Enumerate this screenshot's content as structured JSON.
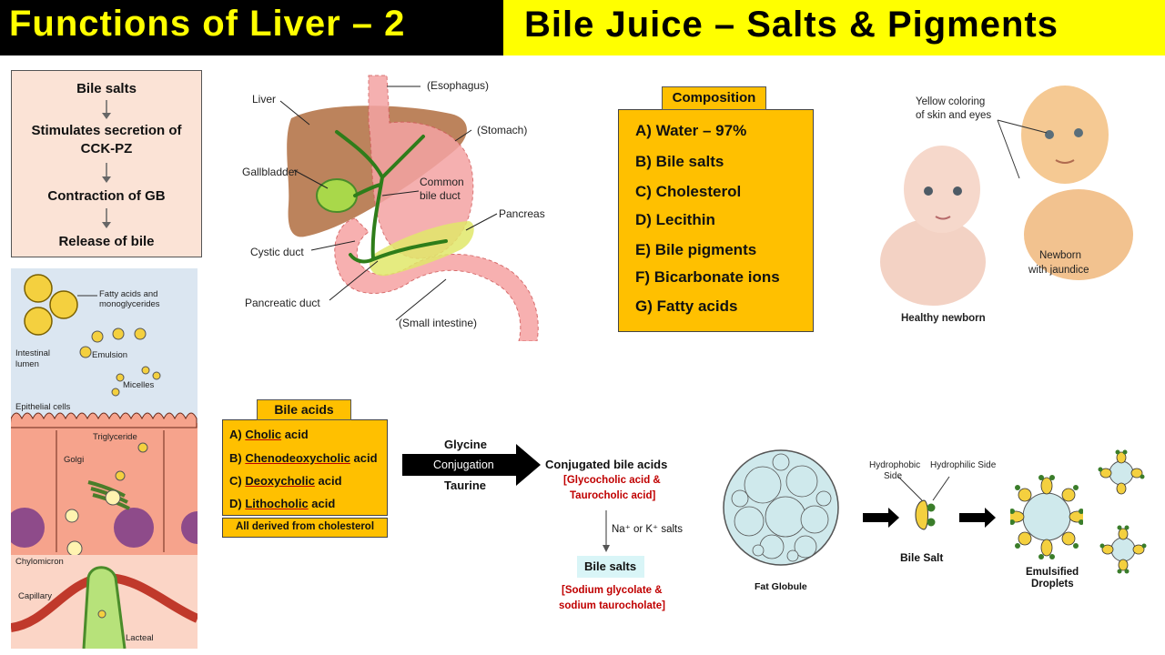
{
  "header": {
    "left_title": "Functions of Liver – 2",
    "right_title": "Bile Juice – Salts & Pigments"
  },
  "flow": {
    "steps": [
      "Bile salts",
      "Stimulates secretion of",
      "CCK-PZ",
      "Contraction of GB",
      "Release of bile"
    ]
  },
  "anatomy": {
    "labels": {
      "liver": "Liver",
      "esophagus": "(Esophagus)",
      "stomach": "(Stomach)",
      "gallbladder": "Gallbladder",
      "common_bile_duct_1": "Common",
      "common_bile_duct_2": "bile duct",
      "pancreas": "Pancreas",
      "cystic_duct": "Cystic duct",
      "pancreatic_duct": "Pancreatic duct",
      "small_intestine": "(Small intestine)"
    }
  },
  "composition": {
    "title": "Composition",
    "items": [
      "A) Water – 97%",
      "B) Bile salts",
      "C) Cholesterol",
      "D) Lecithin",
      "E) Bile pigments",
      "F) Bicarbonate ions",
      "G) Fatty acids"
    ]
  },
  "jaundice": {
    "yellow_label_1": "Yellow coloring",
    "yellow_label_2": "of skin and eyes",
    "newborn_label_1": "Newborn",
    "newborn_label_2": "with jaundice",
    "healthy_label": "Healthy newborn"
  },
  "digestion": {
    "labels": {
      "fatty_acids_1": "Fatty acids and",
      "fatty_acids_2": "monoglycerides",
      "intestinal_1": "Intestinal",
      "intestinal_2": "lumen",
      "emulsion": "Emulsion",
      "micelles": "Micelles",
      "epithelial": "Epithelial cells",
      "triglyceride": "Triglyceride",
      "golgi": "Golgi",
      "chylomicron": "Chylomicron",
      "capillary": "Capillary",
      "lacteal": "Lacteal"
    }
  },
  "bile_acids": {
    "title": "Bile acids",
    "items": [
      {
        "prefix": "A) ",
        "name": "Cholic",
        "suffix": " acid"
      },
      {
        "prefix": "B) ",
        "name": "Chenodeoxycholic",
        "suffix": " acid"
      },
      {
        "prefix": "C) ",
        "name": "Deoxycholic",
        "suffix": " acid"
      },
      {
        "prefix": "D) ",
        "name": "Lithocholic",
        "suffix": " acid"
      }
    ],
    "footer": "All derived from cholesterol"
  },
  "conjugation": {
    "glycine": "Glycine",
    "arrow_label": "Conjugation",
    "taurine": "Taurine",
    "conjugated_title": "Conjugated bile acids",
    "conjugated_sub_1": "[Glycocholic acid &",
    "conjugated_sub_2": "Taurocholic acid]",
    "salts_label": "Na⁺ or K⁺ salts",
    "bile_salts_title": "Bile salts",
    "bile_salts_sub_1": "[Sodium glycolate &",
    "bile_salts_sub_2": "sodium taurocholate]"
  },
  "emulsification": {
    "fat_globule": "Fat Globule",
    "hydrophobic_1": "Hydrophobic",
    "hydrophobic_2": "Side",
    "hydrophilic": "Hydrophilic Side",
    "bile_salt": "Bile Salt",
    "emulsified_1": "Emulsified",
    "emulsified_2": "Droplets"
  },
  "colors": {
    "banner_text": "#ffff00",
    "box_fill": "#ffc000",
    "flow_fill": "#fbe3d6",
    "accent_red": "#c00000",
    "bile_salts_fill": "#d9f5f7"
  }
}
